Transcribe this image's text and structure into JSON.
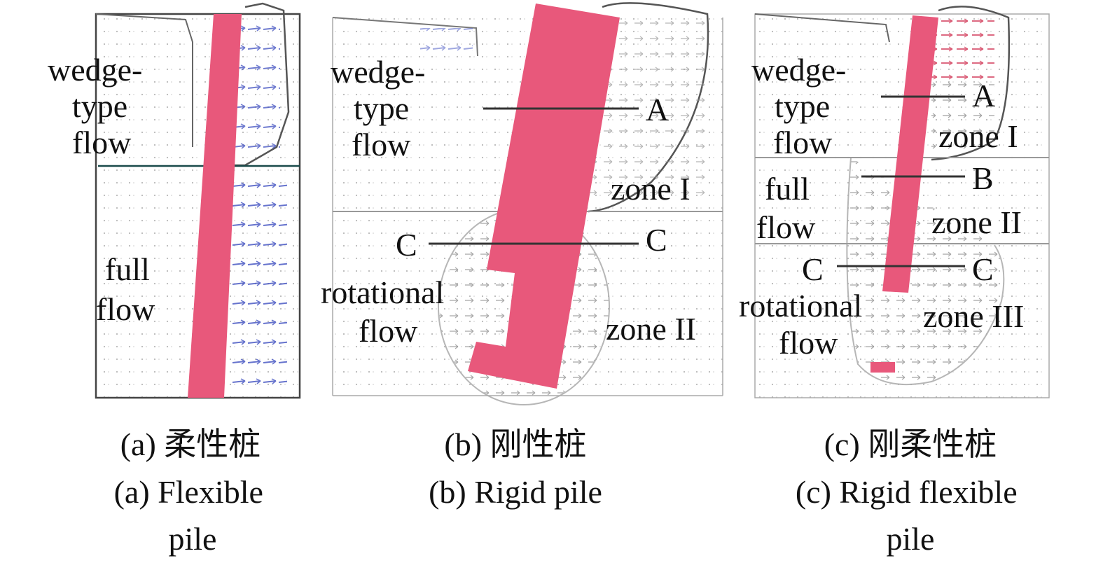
{
  "panel_a": {
    "labels": {
      "wedge_type_flow": [
        "wedge-",
        "type",
        "flow"
      ],
      "full_flow": [
        "full",
        "flow"
      ]
    },
    "caption_cn": "(a) 柔性桩",
    "caption_en": [
      "(a) Flexible",
      "pile"
    ]
  },
  "panel_b": {
    "labels": {
      "wedge_type_flow": [
        "wedge-",
        "type",
        "flow"
      ],
      "rotational_flow": [
        "rotational",
        "flow"
      ],
      "section_a": "A",
      "section_c_left": "C",
      "section_c_right": "C",
      "zone_1": "zone I",
      "zone_2": "zone II"
    },
    "caption_cn": "(b) 刚性桩",
    "caption_en": [
      "(b) Rigid pile"
    ]
  },
  "panel_c": {
    "labels": {
      "wedge_type_flow": [
        "wedge-",
        "type",
        "flow"
      ],
      "full_flow": [
        "full",
        "flow"
      ],
      "rotational_flow": [
        "rotational",
        "flow"
      ],
      "section_a": "A",
      "section_b": "B",
      "section_c_left": "C",
      "section_c_right": "C",
      "zone_1": "zone I",
      "zone_2": "zone II",
      "zone_3": "zone III"
    },
    "caption_cn": "(c) 刚柔性桩",
    "caption_en": [
      "(c) Rigid flexible",
      "pile"
    ]
  },
  "colors": {
    "pile": "#e8587b",
    "vector_grey": "#9a9a9a",
    "vector_blue": "#4050c0",
    "vector_red": "#d03050"
  }
}
